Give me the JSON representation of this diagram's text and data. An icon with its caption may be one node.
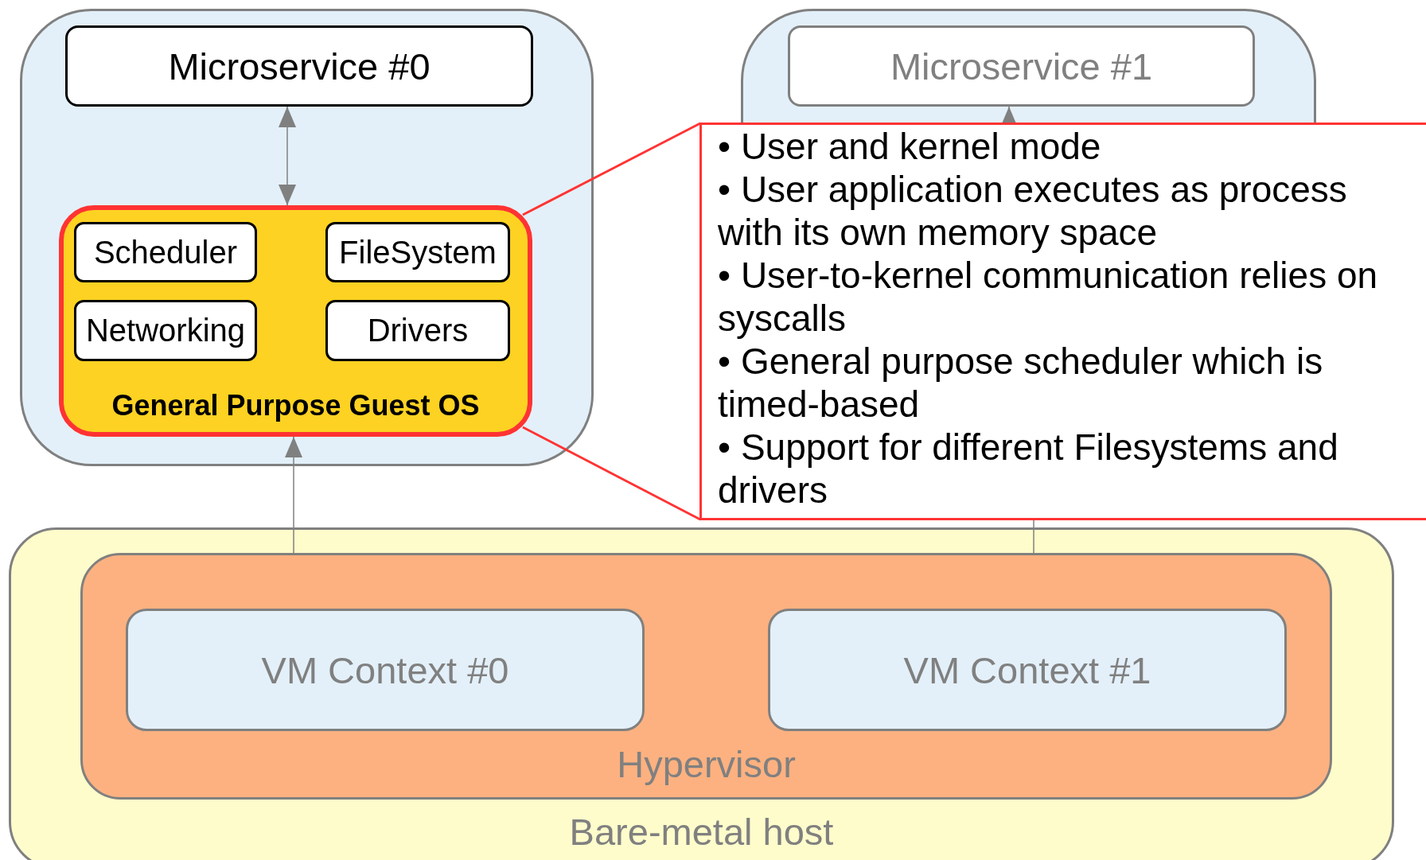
{
  "diagram": {
    "nodes": [
      {
        "text": [],
        "shape": "box"
      },
      {
        "text": [
          "Microservice #0"
        ],
        "in": 0
      },
      {
        "text": [
          "General Purpose Guest OS"
        ],
        "in": 0
      },
      {
        "text": [
          "Scheduler"
        ],
        "in": 2
      },
      {
        "text": [
          "FileSystem"
        ],
        "in": 2
      },
      {
        "text": [
          "Networking"
        ],
        "in": 2
      },
      {
        "text": [
          "Drivers"
        ],
        "in": 2
      },
      {
        "text": [],
        "shape": "box"
      },
      {
        "text": [
          "Microservice #1"
        ],
        "in": 7
      },
      {
        "text": [
          "• User and kernel mode",
          "• User application executes as process with its own memory space",
          "• User-to-kernel communication relies on syscalls",
          "• General purpose scheduler which is timed-based",
          "• Support for different Filesystems and drivers"
        ]
      },
      {
        "text": [
          "Bare-metal host"
        ]
      },
      {
        "text": [
          "Hypervisor"
        ],
        "in": 10
      },
      {
        "text": [
          "VM Context #0"
        ],
        "in": 11
      },
      {
        "text": [
          "VM Context #1"
        ],
        "in": 11
      }
    ],
    "edges": [
      {
        "from": 1,
        "to": 2,
        "arrow": "both"
      },
      {
        "from": 11,
        "to": 2,
        "arrow": "to"
      },
      {
        "from": 9,
        "to": 8,
        "arrow": "to"
      },
      {
        "from": 11,
        "to": 9,
        "arrow": "none"
      },
      {
        "from": 2,
        "to": 9,
        "arrow": "none",
        "color": "#ff3333"
      },
      {
        "from": 2,
        "to": 9,
        "arrow": "none",
        "color": "#ff3333"
      }
    ]
  }
}
